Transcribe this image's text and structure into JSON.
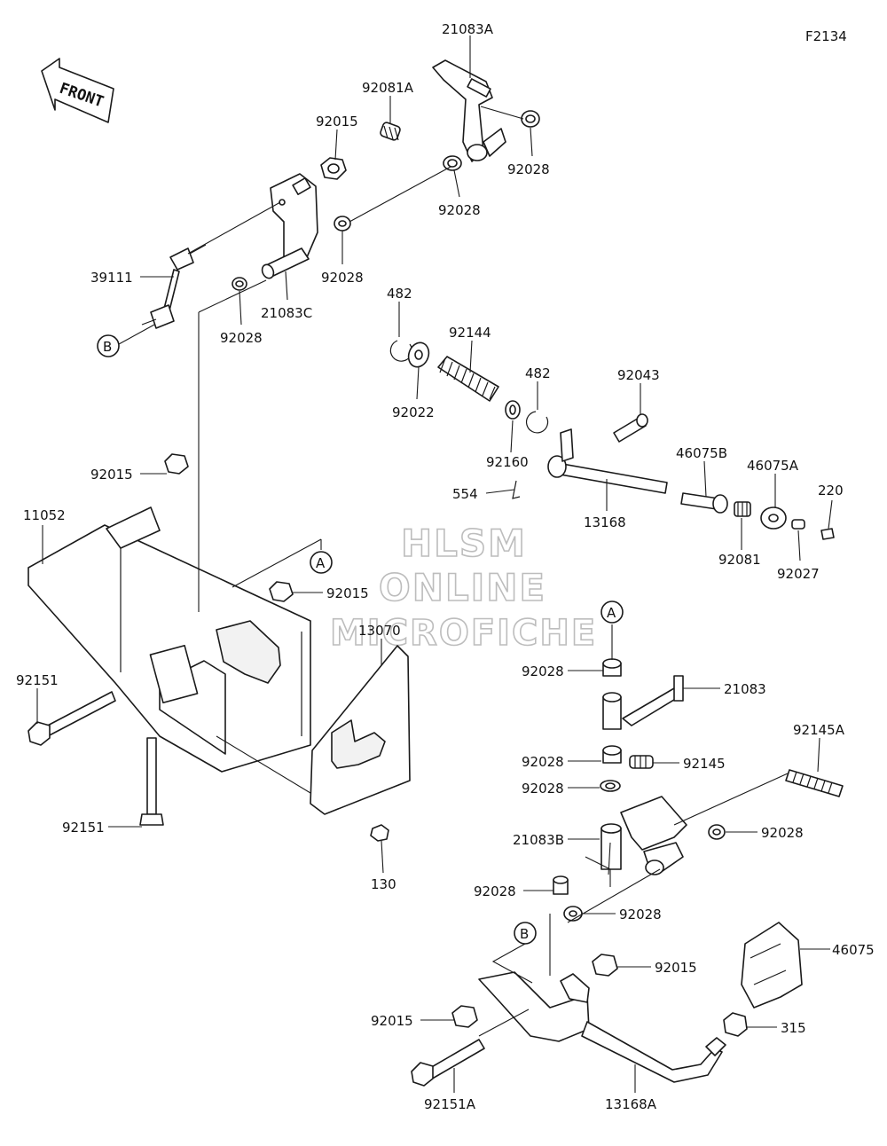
{
  "figure_code": "F2134",
  "front_label": "FRONT",
  "watermark": {
    "line1": "HLSM",
    "line2": "ONLINE",
    "line3": "MICROFICHE"
  },
  "labels": [
    "21083A",
    "92081A",
    "92015",
    "92028",
    "92028",
    "39111",
    "92028",
    "21083C",
    "92028",
    "482",
    "92144",
    "92022",
    "482",
    "92043",
    "92160",
    "554",
    "13168",
    "46075B",
    "46075A",
    "220",
    "92081",
    "92027",
    "92015",
    "11052",
    "92015",
    "13070",
    "92151",
    "92028",
    "21083",
    "92145A",
    "92028",
    "92145",
    "92028",
    "92151",
    "130",
    "21083B",
    "92028",
    "92028",
    "92028",
    "92015",
    "46075",
    "92015",
    "315",
    "92151A",
    "13168A"
  ],
  "refs": [
    "A",
    "A",
    "B",
    "B"
  ],
  "colors": {
    "line": "#1a1a1a",
    "watermark_stroke": "#bdbdbd",
    "background": "#ffffff"
  }
}
